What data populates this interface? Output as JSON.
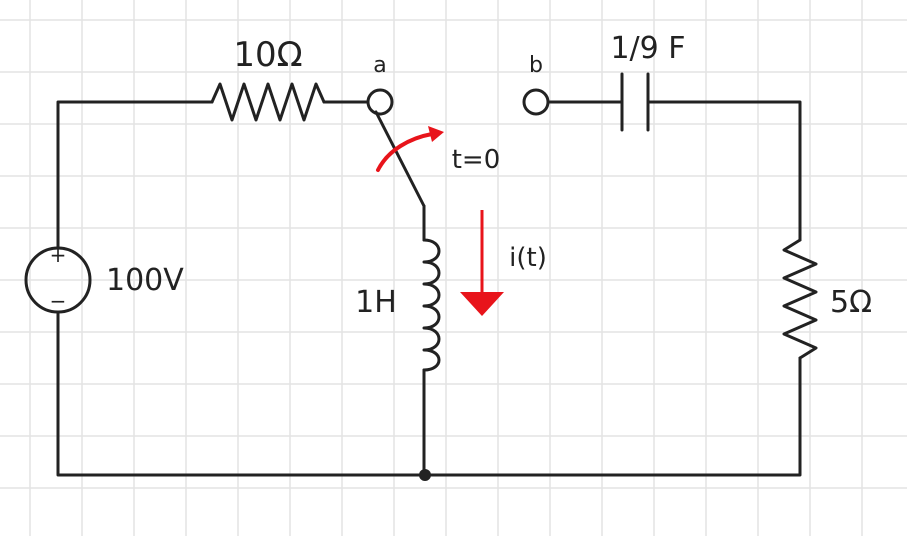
{
  "labels": {
    "r1": "10Ω",
    "node_a": "a",
    "node_b": "b",
    "capacitor": "1/9 F",
    "switch_time": "t=0",
    "current": "i(t)",
    "source": "100V",
    "inductor": "1H",
    "r2": "5Ω",
    "source_plus": "+",
    "source_minus": "−"
  },
  "colors": {
    "wire": "#222222",
    "annotation": "#e8141b",
    "grid": "#e3e3e3"
  }
}
